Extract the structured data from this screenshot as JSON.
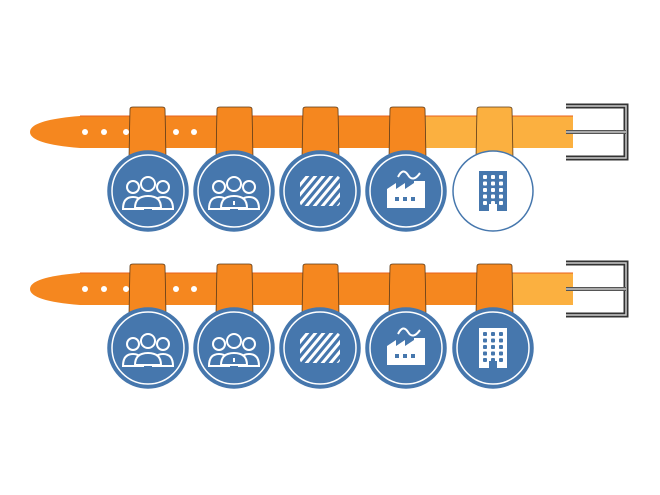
{
  "colors": {
    "belt_dark": "#f5871f",
    "belt_light": "#fbb040",
    "badge_blue": "#4677ad",
    "badge_white": "#ffffff",
    "buckle": "#444444"
  },
  "belts": [
    {
      "filled_segments": 4,
      "badges": [
        {
          "icon": "group-icon",
          "style": "filled"
        },
        {
          "icon": "team-icon",
          "style": "filled"
        },
        {
          "icon": "hatched-rectangle-icon",
          "style": "filled"
        },
        {
          "icon": "factory-icon",
          "style": "filled"
        },
        {
          "icon": "office-building-icon",
          "style": "outline"
        }
      ]
    },
    {
      "filled_segments": 5,
      "badges": [
        {
          "icon": "group-icon",
          "style": "filled"
        },
        {
          "icon": "team-icon",
          "style": "filled"
        },
        {
          "icon": "hatched-rectangle-icon",
          "style": "filled"
        },
        {
          "icon": "factory-icon",
          "style": "filled"
        },
        {
          "icon": "office-building-icon",
          "style": "filled"
        }
      ]
    }
  ]
}
